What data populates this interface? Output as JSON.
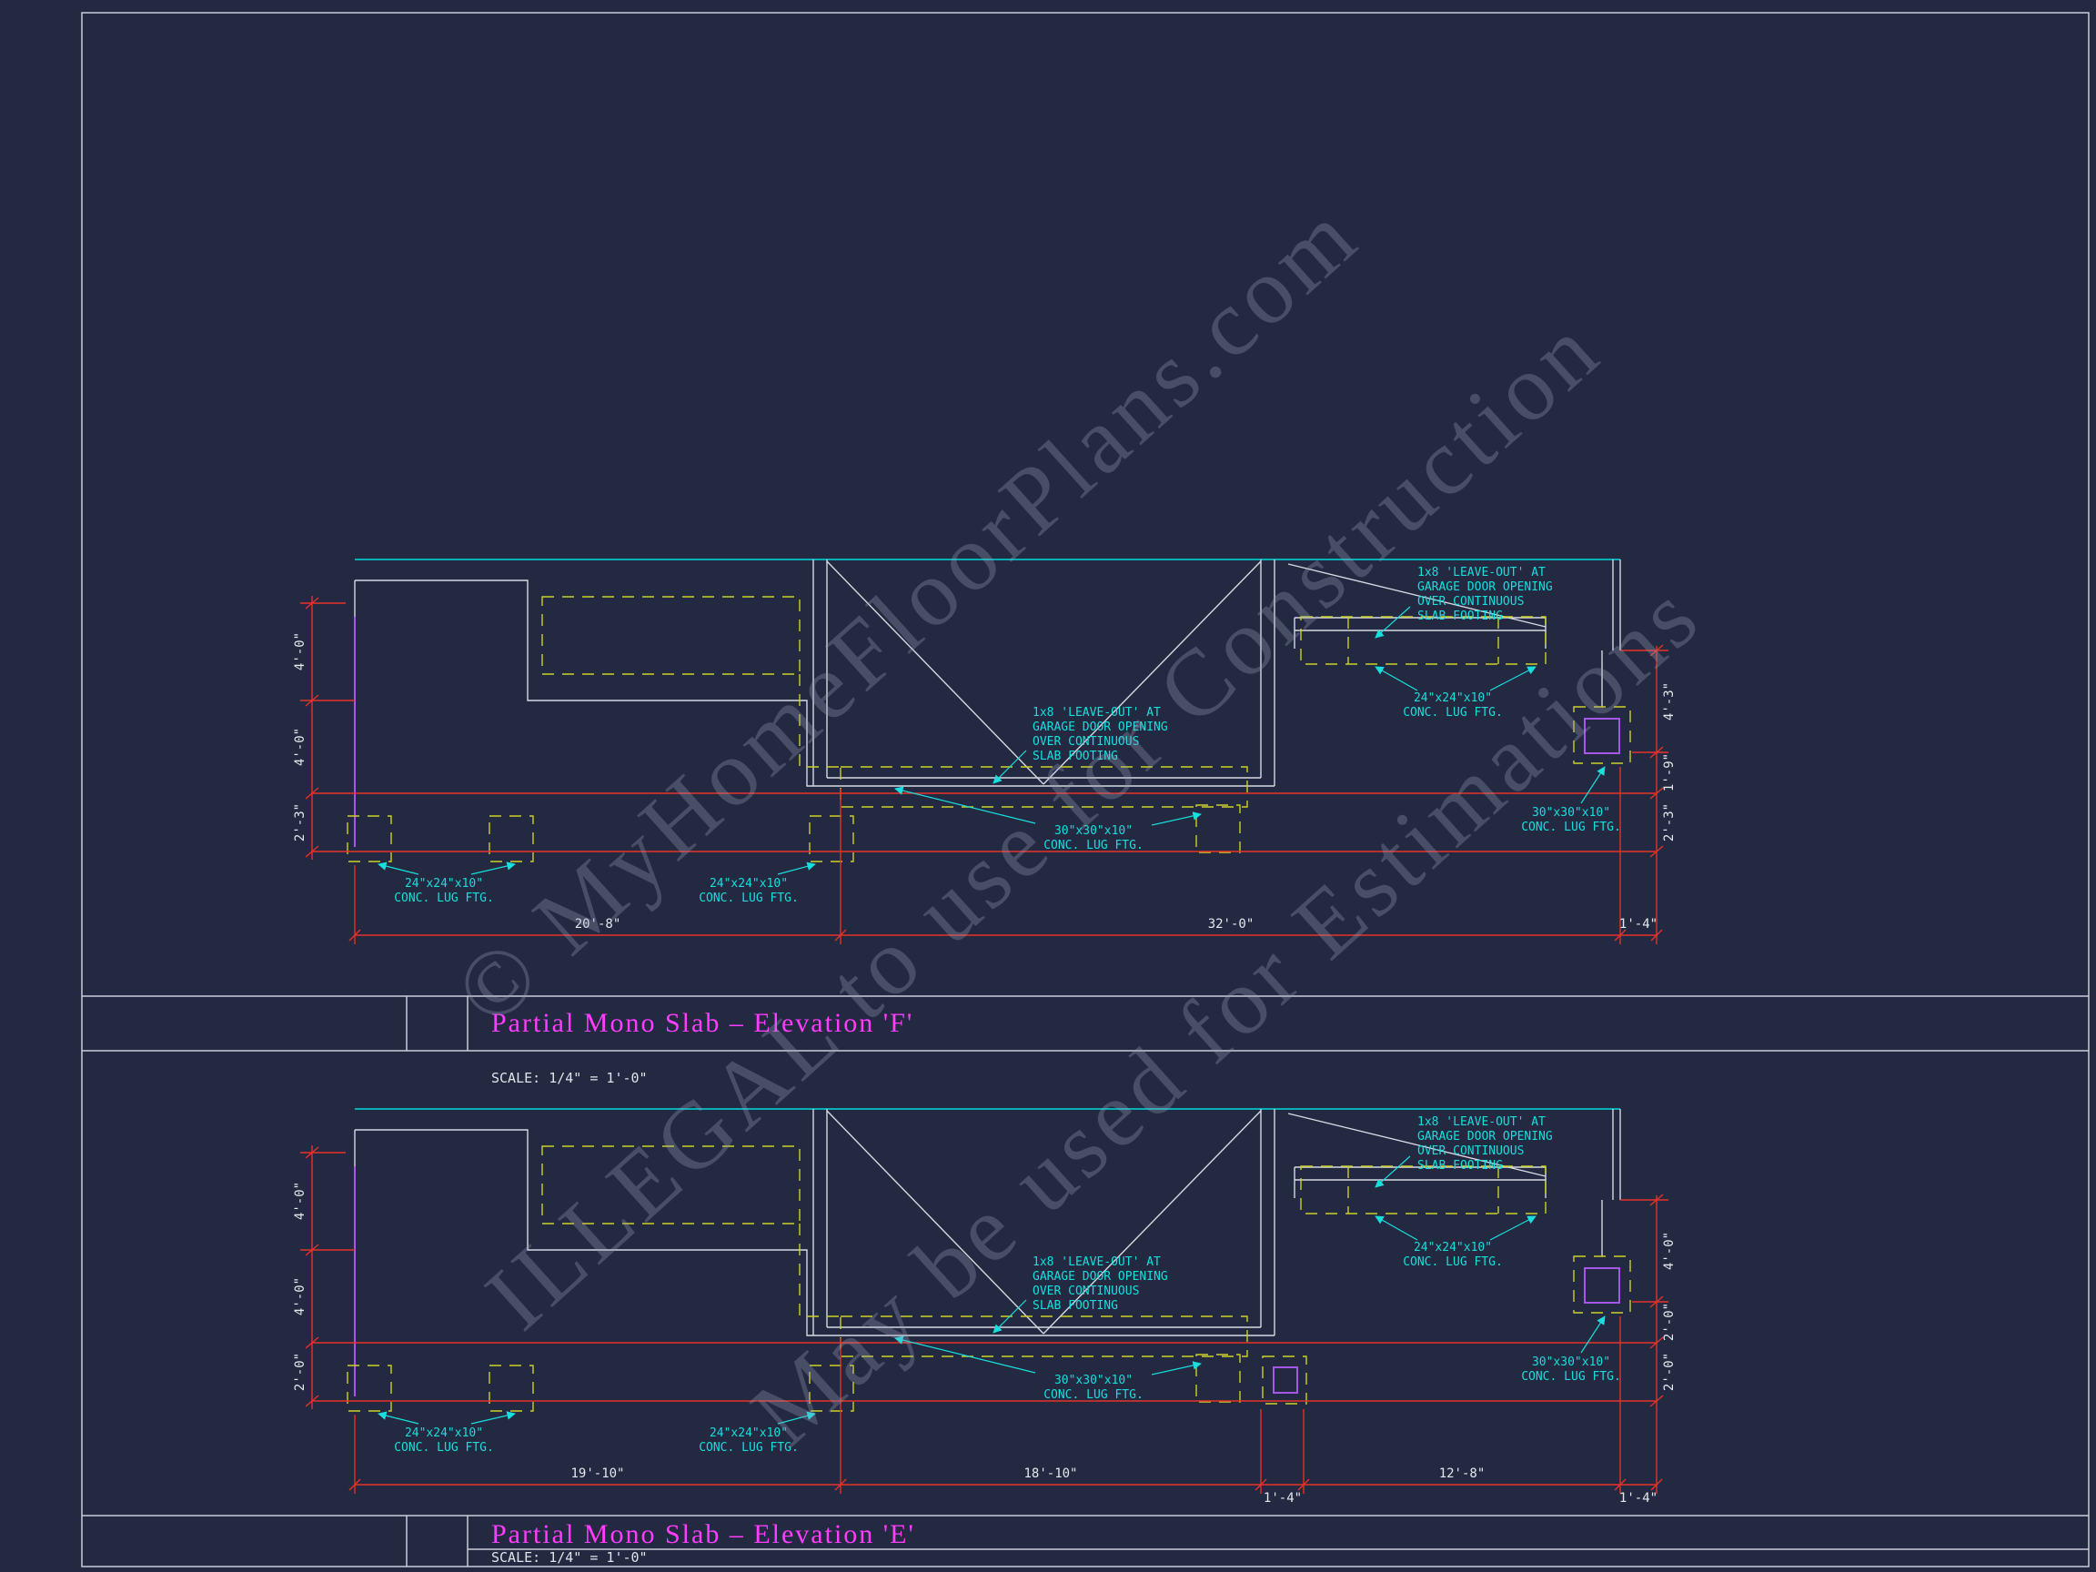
{
  "watermark": {
    "lines": [
      "© MyHomeFloorPlans.com",
      "ILLEGAL to use for Construction",
      "May be used for Estimations"
    ]
  },
  "drawing_f": {
    "title": "Partial Mono Slab – Elevation 'F'",
    "scale": "SCALE: 1/4\" = 1'-0\"",
    "dims": {
      "left": [
        "4'-0\"",
        "4'-0\"",
        "2'-3\""
      ],
      "right": [
        "4'-3\"",
        "1'-9\"",
        "2'-3\""
      ],
      "bottom": [
        "20'-8\"",
        "32'-0\"",
        "1'-4\""
      ]
    }
  },
  "drawing_e": {
    "title": "Partial Mono Slab – Elevation 'E'",
    "scale": "SCALE: 1/4\" = 1'-0\"",
    "dims": {
      "left": [
        "4'-0\"",
        "4'-0\"",
        "2'-0\""
      ],
      "right": [
        "4'-0\"",
        "2'-0\"",
        "2'-0\""
      ],
      "bottom": [
        "19'-10\"",
        "18'-10\"",
        "1'-4\"",
        "12'-8\"",
        "1'-4\""
      ]
    }
  },
  "notes": {
    "leave_out": [
      "1x8 'LEAVE-OUT' AT",
      "GARAGE DOOR OPENING",
      "OVER CONTINUOUS",
      "SLAB FOOTING"
    ],
    "lug_24": [
      "24\"x24\"x10\"",
      "CONC. LUG FTG."
    ],
    "lug_30": [
      "30\"x30\"x10\"",
      "CONC. LUG FTG."
    ]
  }
}
